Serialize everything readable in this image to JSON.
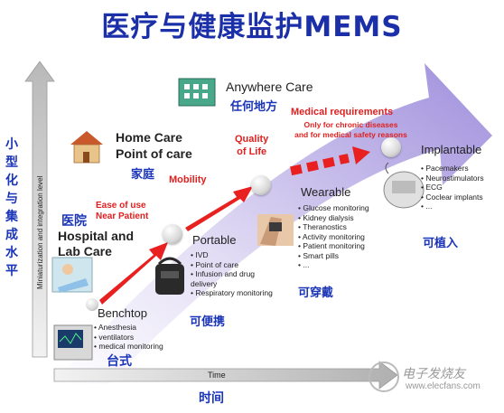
{
  "title": "医疗与健康监护MEMS",
  "y_axis": {
    "label": "Miniaturization and integration level",
    "cn": [
      "小",
      "型",
      "化",
      "与",
      "集",
      "成",
      "水",
      "平"
    ]
  },
  "x_axis": {
    "label": "Time",
    "cn": "时间"
  },
  "stages": {
    "benchtop": {
      "label": "Benchtop",
      "items": [
        "Anesthesia",
        "ventilators",
        "medical monitoring"
      ],
      "cn": "台式"
    },
    "hospital": {
      "cn": "医院",
      "label_line1": "Hospital and",
      "label_line2": "Lab Care"
    },
    "ease": {
      "line1": "Ease of use",
      "line2": "Near Patient"
    },
    "home": {
      "line1": "Home Care",
      "line2": "Point of care",
      "cn": "家庭"
    },
    "mobility": "Mobility",
    "portable": {
      "label": "Portable",
      "items": [
        "IVD",
        "Point of care",
        "Infusion and drug delivery",
        "Respiratory monitoring"
      ],
      "cn": "可便携"
    },
    "quality": {
      "line1": "Quality",
      "line2": "of Life"
    },
    "anywhere": {
      "label": "Anywhere Care",
      "cn": "任何地方"
    },
    "medreq": {
      "line1": "Medical requirements",
      "line2": "Only for chronic diseases",
      "line3": "and for medical safety reasons"
    },
    "wearable": {
      "label": "Wearable",
      "items": [
        "Glucose monitoring",
        "Kidney dialysis",
        "Theranostics",
        "Activity monitoring",
        "Patient monitoring",
        "Smart pills",
        "..."
      ],
      "cn": "可穿戴"
    },
    "implantable": {
      "label": "Implantable",
      "items": [
        "Pacemakers",
        "Neurostimulators",
        "ECG",
        "Coclear implants",
        "..."
      ],
      "cn": "可植入"
    }
  },
  "watermark": {
    "cn": "电子发烧友",
    "en": "www.elecfans.com"
  },
  "colors": {
    "title": "#1a2fa8",
    "cn_label": "#1a35b8",
    "highlight": "#e02020",
    "band": "#a99ae0"
  }
}
